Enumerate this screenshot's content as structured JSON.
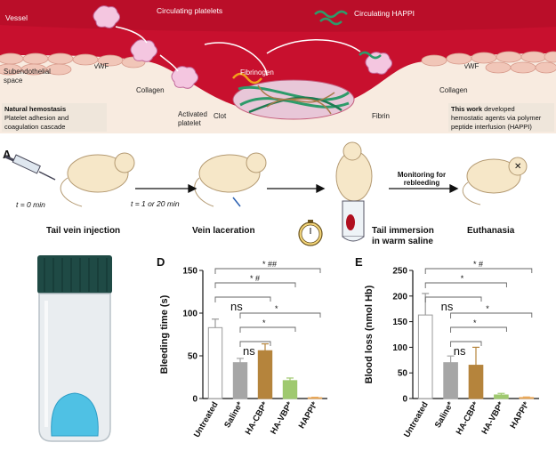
{
  "top_panel": {
    "labels": {
      "vessel": "Vessel",
      "circulating_platelets": "Circulating platelets",
      "circulating_happi": "Circulating HAPPI",
      "subendothelial": [
        "Subendothelial",
        "space"
      ],
      "vwf_left": "vWF",
      "vwf_right": "vWF",
      "collagen_left": "Collagen",
      "collagen_right": "Collagen",
      "fibrinogen": "Fibrinogen",
      "activated_platelet": [
        "Activated",
        "platelet"
      ],
      "clot": "Clot",
      "fibrin": "Fibrin"
    },
    "left_box": {
      "bold": "Natural hemostasis",
      "lines": [
        "Platelet adhesion and",
        "coagulation cascade"
      ]
    },
    "right_box": {
      "bold": "This work",
      "first_rest": " developed",
      "lines": [
        "hemostatic agents via polymer",
        "peptide interfusion (HAPPI)"
      ]
    }
  },
  "panel_a": {
    "letter": "A",
    "t0": "t = 0 min",
    "t1": "t = 1 or 20 min",
    "monitor": [
      "Monitoring for",
      "rebleeding"
    ],
    "steps": [
      "Tail vein injection",
      "Vein laceration",
      "Tail immersion",
      "in warm saline",
      "Euthanasia"
    ]
  },
  "chart_data": [
    {
      "panel": "D",
      "type": "bar",
      "ylabel": "Bleeding time (s)",
      "ylim": [
        0,
        150
      ],
      "yticks": [
        0,
        50,
        100,
        150
      ],
      "categories": [
        "Untreated",
        "Saline*",
        "HA-CBP*",
        "HA-VBP*",
        "HAPPI*"
      ],
      "values": [
        83,
        42,
        56,
        21,
        1
      ],
      "errors": [
        10,
        5,
        8,
        3,
        0.5
      ],
      "bar_colors": [
        "#ffffff",
        "#a6a6a6",
        "#b5843c",
        "#9fc96f",
        "#e8a85b"
      ],
      "significance": [
        {
          "from": 0,
          "to": 4,
          "label": "*  ##"
        },
        {
          "from": 0,
          "to": 3,
          "label": "*   #"
        },
        {
          "from": 0,
          "to": 2,
          "label": "ns"
        },
        {
          "from": 1,
          "to": 4,
          "label": "*"
        },
        {
          "from": 1,
          "to": 3,
          "label": "*"
        },
        {
          "from": 1,
          "to": 2,
          "label": "ns"
        }
      ]
    },
    {
      "panel": "E",
      "type": "bar",
      "ylabel": "Blood loss (nmol Hb)",
      "ylim": [
        0,
        250
      ],
      "yticks": [
        0,
        50,
        100,
        150,
        200,
        250
      ],
      "categories": [
        "Untreated",
        "Saline*",
        "HA-CBP*",
        "HA-VBP*",
        "HAPPI*"
      ],
      "values": [
        163,
        70,
        65,
        7,
        2
      ],
      "errors": [
        42,
        13,
        35,
        3,
        1
      ],
      "bar_colors": [
        "#ffffff",
        "#a6a6a6",
        "#b5843c",
        "#9fc96f",
        "#e8a85b"
      ],
      "significance": [
        {
          "from": 0,
          "to": 4,
          "label": "*   #"
        },
        {
          "from": 0,
          "to": 3,
          "label": "*"
        },
        {
          "from": 0,
          "to": 2,
          "label": "ns"
        },
        {
          "from": 1,
          "to": 4,
          "label": "*"
        },
        {
          "from": 1,
          "to": 3,
          "label": "*"
        },
        {
          "from": 1,
          "to": 2,
          "label": "ns"
        }
      ]
    }
  ],
  "panel_letters": {
    "d": "D",
    "e": "E"
  },
  "colors": {
    "blood": "#c8102e",
    "blood_dark": "#9e0b22",
    "tissue": "#f6e1cf",
    "cell": "#f2cfc0",
    "mouse": "#f6e7c8",
    "text_box": "#e6e0d5"
  }
}
